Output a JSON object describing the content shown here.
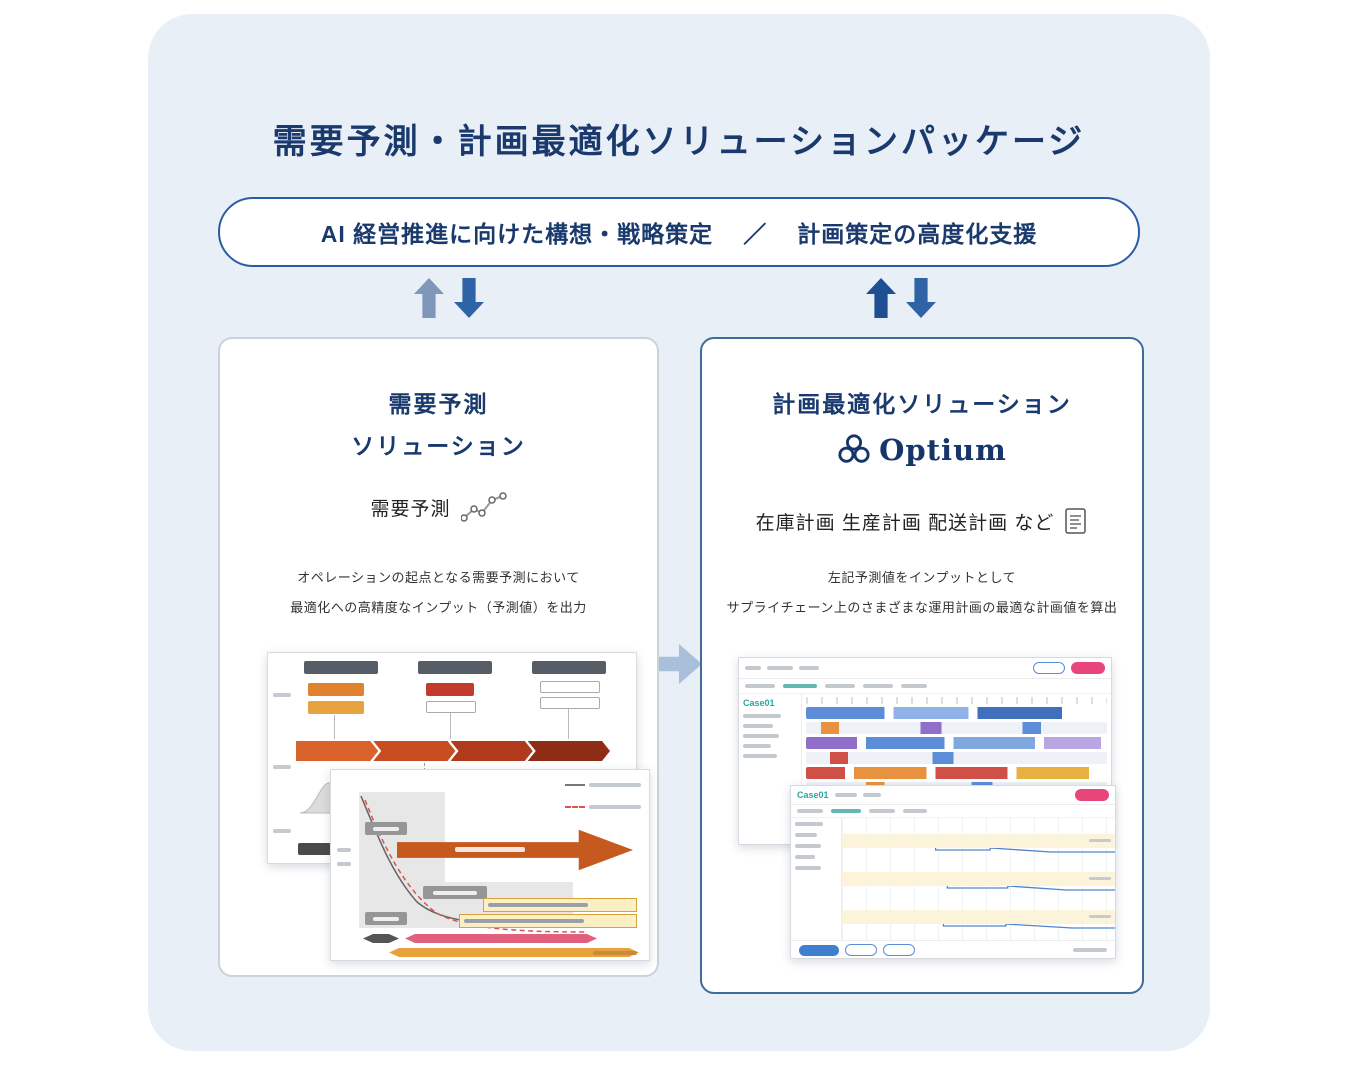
{
  "page": {
    "title": "需要予測・計画最適化ソリューションパッケージ",
    "banner": {
      "left": "AI 経営推進に向けた構想・戦略策定",
      "separator": "／",
      "right": "計画策定の高度化支援"
    }
  },
  "demand_panel": {
    "title_line1": "需要予測",
    "title_line2": "ソリューション",
    "feature": "需要予測",
    "desc_line1": "オペレーションの起点となる需要予測において",
    "desc_line2": "最適化への高精度なインプット（予測値）を出力"
  },
  "optimization_panel": {
    "title": "計画最適化ソリューション",
    "logo": "Optium",
    "feature": "在庫計画 生産計画 配送計画 など",
    "desc_line1": "左記予測値をインプットとして",
    "desc_line2": "サプライチェーン上のさまざまな運用計画の最適な計画値を算出",
    "screenshot_case_label": "Case01"
  },
  "colors": {
    "navy": "#1a3a6e",
    "banner_border": "#2a5ca8",
    "right_panel_border": "#3f6c99",
    "card_bg": "#e9eff7",
    "arrow_blue_dark": "#1d4f92",
    "arrow_blue": "#2e63a6",
    "arrow_gray_blue": "#7f97b8",
    "connector_arrow": "#a9c0da",
    "accent_pink": "#e8457a",
    "accent_teal": "#2aa7a0",
    "accent_orange": "#cc5a1f"
  }
}
